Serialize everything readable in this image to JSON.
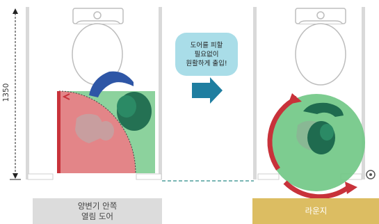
{
  "dimension": {
    "value": "1350"
  },
  "bubble": {
    "lines": [
      "도어를 피할",
      "필요없이",
      "원활하게 출입!"
    ]
  },
  "captions": {
    "left": [
      "양변기 안쪽",
      "열림 도어"
    ],
    "right": "라운지"
  },
  "colors": {
    "wall": "#d2d2d2",
    "green_zone": "#6fc784",
    "door_swing": "#ec7c86",
    "door": "#c8323a",
    "arrow": "#1f7ea0",
    "bubble": "#a9dde8",
    "person_blue": "#2e56a6",
    "person_green": "#1f6b4f",
    "rotation_arrow": "#c8323a",
    "caption_left_bg": "#dcdcdc",
    "caption_right_bg": "#dcbd62",
    "dashed_line": "#2a8a86"
  }
}
